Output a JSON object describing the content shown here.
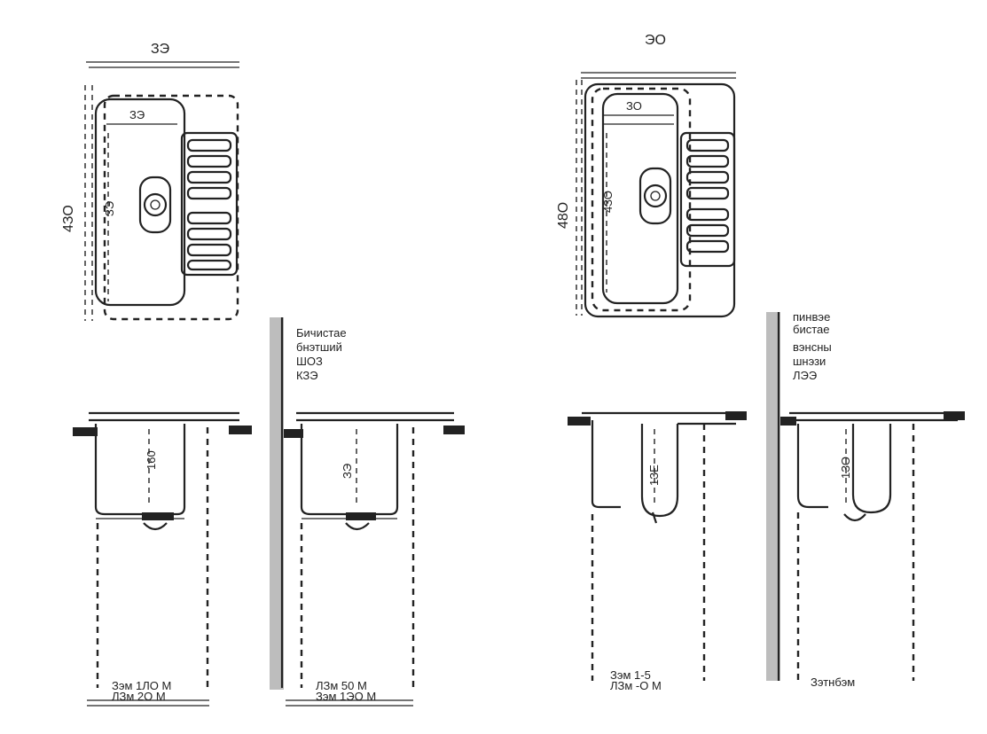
{
  "colors": {
    "line": "#222222",
    "wall": "#bdbdbd",
    "background": "#ffffff"
  },
  "views": {
    "plan_left": {
      "width_dim": "ЗЭ",
      "height_dim": "4ЗО",
      "inner_width_dim": "ЗЭ",
      "inner_height_dim": "ЗЭ"
    },
    "plan_right": {
      "width_dim": "ЭО",
      "height_dim": "48О",
      "inner_width_dim": "ЗО",
      "inner_height_dim": "4ЗО"
    },
    "section_1": {
      "depth_dim": "160",
      "bottom_label_a": "Зэм  1ЛО М",
      "bottom_label_b": "ЛЗм  2О М"
    },
    "section_2": {
      "depth_dim": "ЗЭ",
      "bottom_label_a": "ЛЗм  50 М",
      "bottom_label_b": "Зэм 1ЭО М",
      "wall_note": [
        "Бичистае",
        "бнэтший",
        "ШОЗ",
        "КЗЭ"
      ]
    },
    "section_3": {
      "depth_dim": "1ЗЕ",
      "bottom_label_a": "Зэм  1-5",
      "bottom_label_b": "ЛЗм  -О М"
    },
    "section_4": {
      "depth_dim": "1ЗО",
      "bottom_label_a": "Зэтнбэм",
      "bottom_label_b": "",
      "wall_note": [
        "пинвэе",
        "бистае",
        "вэнсны",
        "шнэзи",
        "ЛЭЭ"
      ]
    }
  }
}
